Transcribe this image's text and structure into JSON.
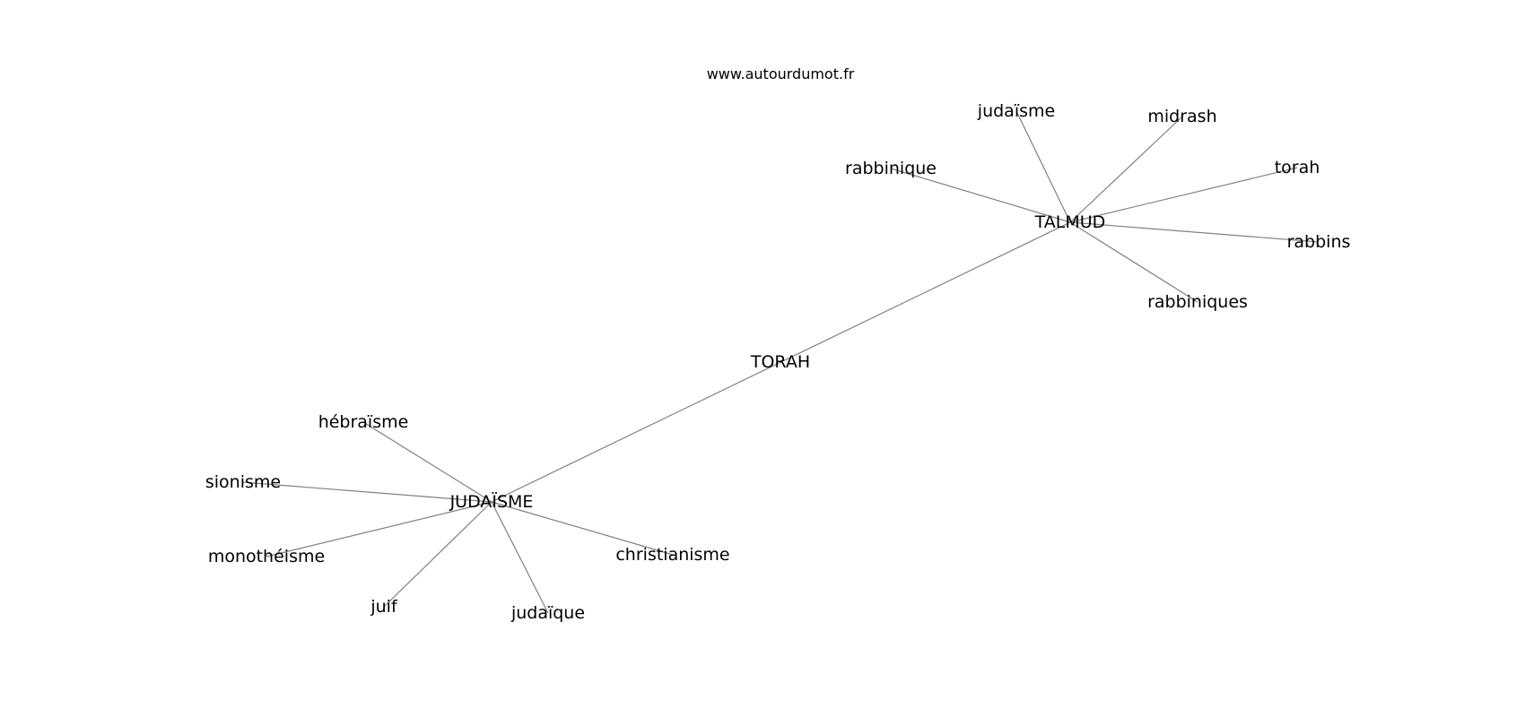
{
  "header": {
    "watermark": "www.autourdumot.fr"
  },
  "graph": {
    "nodes": [
      {
        "id": "torah_center",
        "label": "TORAH"
      },
      {
        "id": "talmud",
        "label": "TALMUD"
      },
      {
        "id": "judaisme_hub",
        "label": "JUDAÏSME"
      },
      {
        "id": "judaisme",
        "label": "judaïsme"
      },
      {
        "id": "midrash",
        "label": "midrash"
      },
      {
        "id": "rabbinique",
        "label": "rabbinique"
      },
      {
        "id": "torah",
        "label": "torah"
      },
      {
        "id": "rabbins",
        "label": "rabbins"
      },
      {
        "id": "rabbiniques",
        "label": "rabbiniques"
      },
      {
        "id": "hebraisme",
        "label": "hébraïsme"
      },
      {
        "id": "sionisme",
        "label": "sionisme"
      },
      {
        "id": "monotheisme",
        "label": "monothéisme"
      },
      {
        "id": "juif",
        "label": "juif"
      },
      {
        "id": "judaique",
        "label": "judaïque"
      },
      {
        "id": "christianisme",
        "label": "christianisme"
      }
    ],
    "edges": [
      [
        "talmud",
        "judaisme_hub"
      ],
      [
        "talmud",
        "judaisme"
      ],
      [
        "talmud",
        "midrash"
      ],
      [
        "talmud",
        "rabbinique"
      ],
      [
        "talmud",
        "torah"
      ],
      [
        "talmud",
        "rabbins"
      ],
      [
        "talmud",
        "rabbiniques"
      ],
      [
        "judaisme_hub",
        "hebraisme"
      ],
      [
        "judaisme_hub",
        "sionisme"
      ],
      [
        "judaisme_hub",
        "monotheisme"
      ],
      [
        "judaisme_hub",
        "juif"
      ],
      [
        "judaisme_hub",
        "judaique"
      ],
      [
        "judaisme_hub",
        "christianisme"
      ]
    ]
  }
}
